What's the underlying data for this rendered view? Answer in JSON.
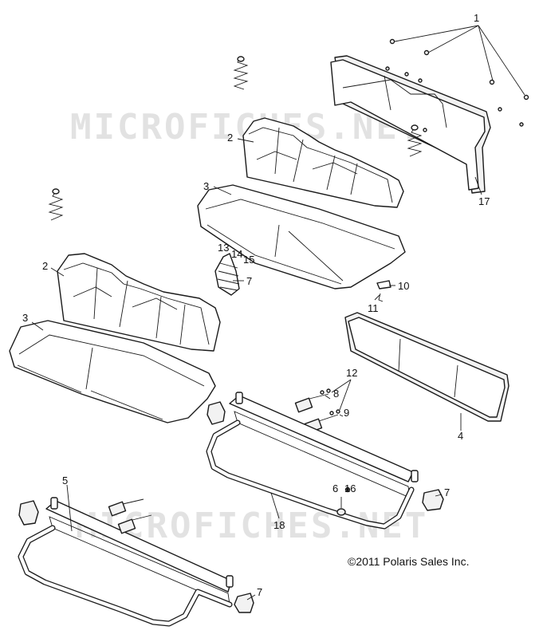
{
  "watermarks": [
    "MICROFICHES.NET",
    "MICROFICHES.NET"
  ],
  "copyright": "©2011 Polaris Sales Inc.",
  "callouts": {
    "c1": "1",
    "c2_upper": "2",
    "c3_upper": "3",
    "c17": "17",
    "c13": "13",
    "c14": "14",
    "c15": "15",
    "c7_spring": "7",
    "c10": "10",
    "c11": "11",
    "c2_lower": "2",
    "c3_lower": "3",
    "c12": "12",
    "c8": "8",
    "c9": "9",
    "c4": "4",
    "c5": "5",
    "c6": "6",
    "c16": "16",
    "c7_right": "7",
    "c18": "18",
    "c7_bottom": "7"
  }
}
